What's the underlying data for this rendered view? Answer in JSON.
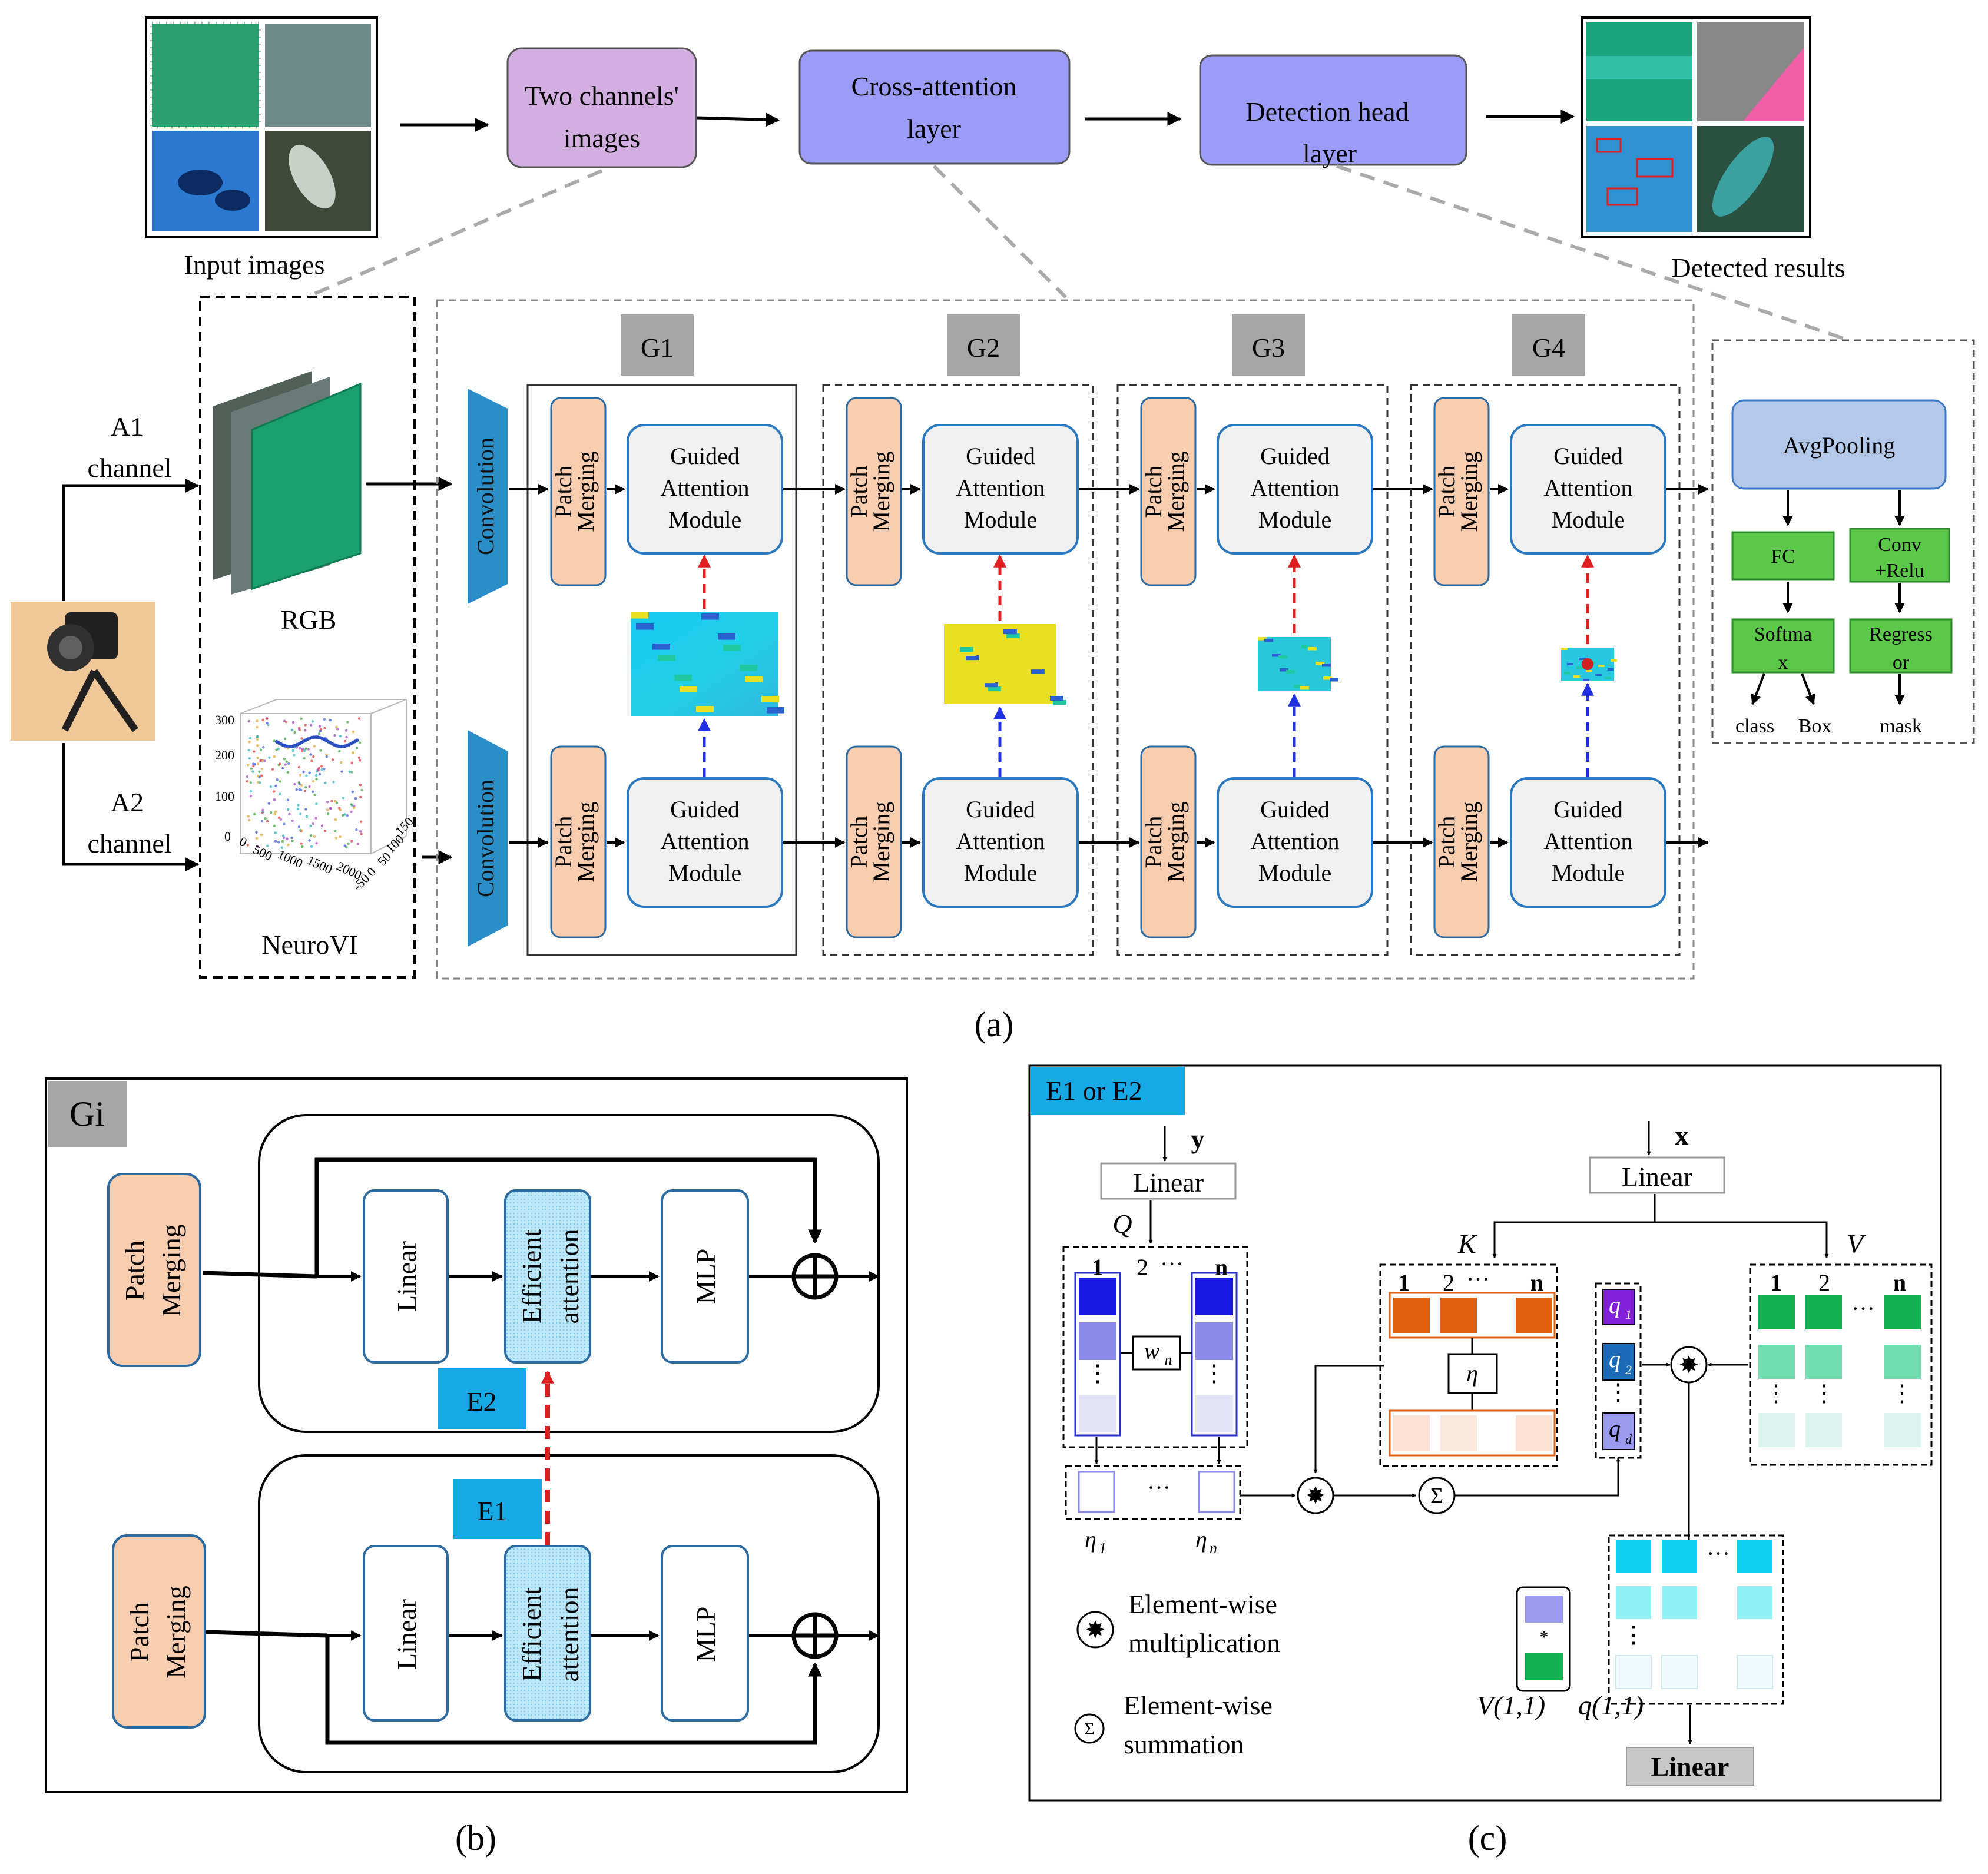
{
  "panel_a": {
    "top_flow": {
      "input_caption": "Input images",
      "two_channels": [
        "Two channels'",
        "images"
      ],
      "cross_attention": [
        "Cross-attention",
        "layer"
      ],
      "detection_head": [
        "Detection head",
        "layer"
      ],
      "detected_caption": "Detected results"
    },
    "channel_a1": [
      "A1",
      "channel"
    ],
    "channel_a2": [
      "A2",
      "channel"
    ],
    "rgb_label": "RGB",
    "neurovi_label": "NeuroVI",
    "neurovi_axes": {
      "z_ticks": [
        "300",
        "200",
        "100",
        "0"
      ],
      "x_ticks": [
        "0",
        "500",
        "1000",
        "1500",
        "2000"
      ],
      "y_ticks": [
        "-50",
        "0",
        "50",
        "100",
        "150"
      ]
    },
    "convolution": "Convolution",
    "groups": [
      "G1",
      "G2",
      "G3",
      "G4"
    ],
    "patch_merging": [
      "Patch",
      "Merging"
    ],
    "guided_attention": [
      "Guided",
      "Attention",
      "Module"
    ],
    "head": {
      "avgpooling": "AvgPooling",
      "fc": "FC",
      "conv_relu": [
        "Conv",
        "+Relu"
      ],
      "softmax": [
        "Softma",
        "x"
      ],
      "regressor": [
        "Regress",
        "or"
      ],
      "outputs": [
        "class",
        "Box",
        "mask"
      ]
    },
    "label": "(a)"
  },
  "panel_b": {
    "tag": "Gi",
    "patch_merging": [
      "Patch",
      "Merging"
    ],
    "linear": "Linear",
    "efficient_attention": [
      "Efficient",
      "attention"
    ],
    "mlp": "MLP",
    "e1": "E1",
    "e2": "E2",
    "label": "(b)"
  },
  "panel_c": {
    "tag": "E1 or E2",
    "y": "y",
    "x": "x",
    "linear": "Linear",
    "q": "Q",
    "k": "K",
    "v": "V",
    "indices": [
      "1",
      "2",
      "···",
      "n"
    ],
    "w_n": "w",
    "w_sub": "n",
    "eta": "η",
    "eta_1": "η",
    "eta_1_sub": "1",
    "eta_n": "η",
    "eta_n_sub": "n",
    "q_items": [
      {
        "base": "q",
        "sub": "1"
      },
      {
        "base": "q",
        "sub": "2"
      },
      {
        "base": "q",
        "sub": "d"
      }
    ],
    "legend_mult": [
      "Element-wise",
      "multiplication"
    ],
    "legend_sum": [
      "Element-wise",
      "summation"
    ],
    "v11": "V(1,1)",
    "q11": "q(1,1)",
    "star": "*",
    "linear_out": "Linear",
    "label": "(c)"
  },
  "colors": {
    "purple_box": "#d3aee0",
    "blue_box": "#9b9bf8",
    "convolution": "#2a8fc8",
    "patch": "#f8cdb0",
    "gam": "#f0f0f0",
    "gam_border": "#2a78c0",
    "avgpool": "#b4c8ea",
    "green_box": "#5cc84a",
    "gray_tag": "#a6a6a6",
    "cyan_tag": "#17a8e6",
    "red_arrow": "#e02020",
    "blue_arrow": "#2030e0"
  }
}
